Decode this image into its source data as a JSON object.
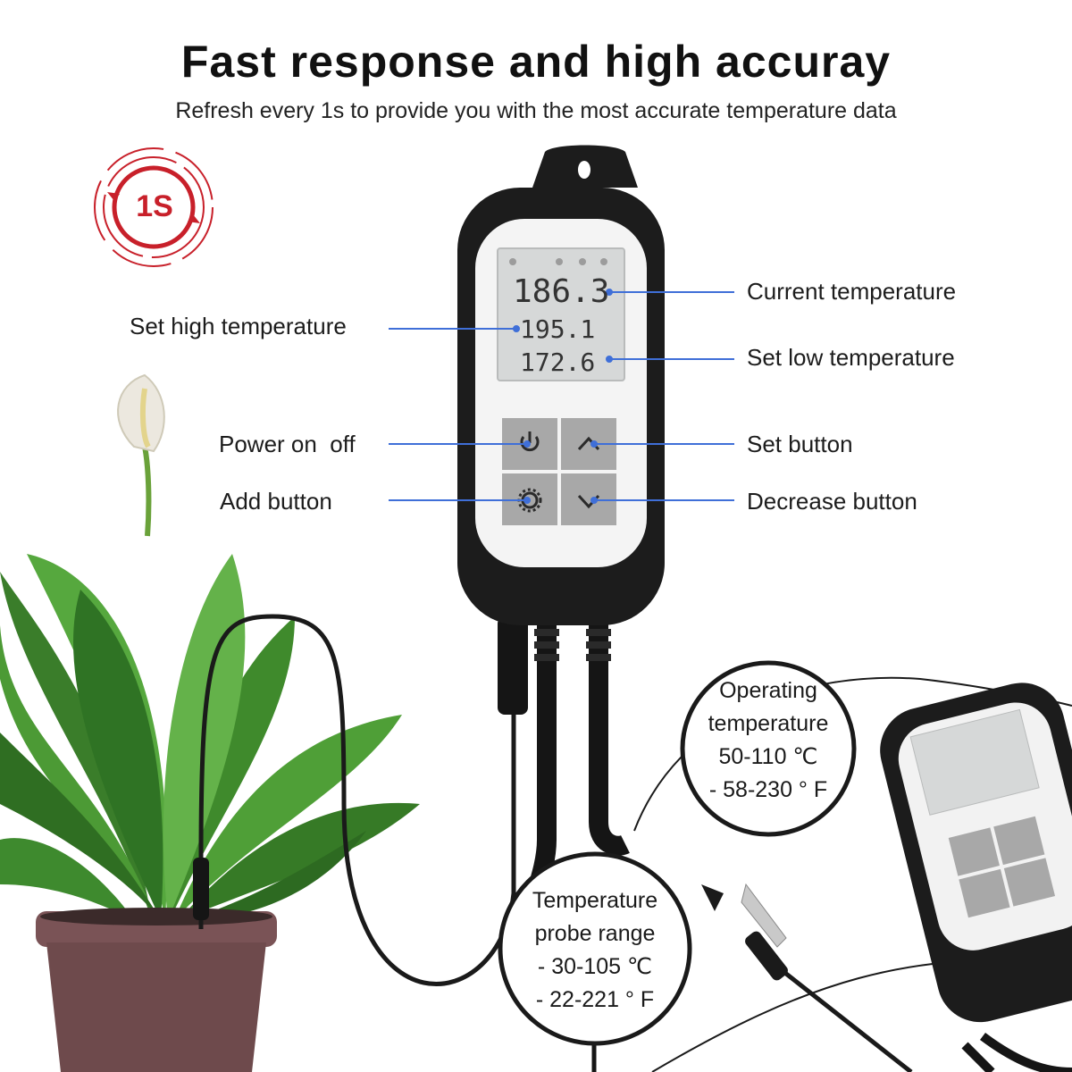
{
  "header": {
    "title": "Fast response and high accuray",
    "subtitle": "Refresh every 1s to provide you with the most accurate temperature data"
  },
  "badge": {
    "text": "1S"
  },
  "display": {
    "current": "186.3",
    "high": "195.1",
    "low": "172.6"
  },
  "labels": {
    "set_high": "Set high temperature",
    "current": "Current temperature",
    "set_low": "Set low temperature",
    "power": "Power on  off",
    "set_button": "Set button",
    "add_button": "Add button",
    "decrease_button": "Decrease button"
  },
  "operating_callout": {
    "line1": "Operating",
    "line2": "temperature",
    "line3": "50-110 ℃",
    "line4": "- 58-230 ° F"
  },
  "probe_callout": {
    "line1": "Temperature",
    "line2": "probe range",
    "line3": "- 30-105 ℃",
    "line4": "- 22-221 ° F"
  },
  "colors": {
    "leader_line": "#3f6fd8",
    "badge_red": "#c8202a",
    "device_body": "#1e1e1e",
    "lcd": "#d9dadb",
    "button": "#a9a9a9",
    "leaf": "#3f8a2c",
    "pot": "#6e4a4c"
  },
  "icons": [
    "refresh-icon",
    "power-icon",
    "up-chevron-icon",
    "gear-icon",
    "down-chevron-icon"
  ]
}
